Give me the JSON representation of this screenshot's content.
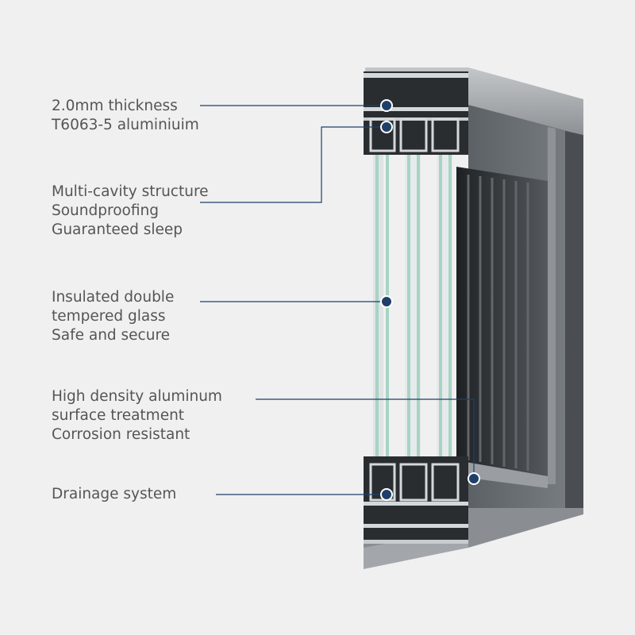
{
  "colors": {
    "background": "#f0f0f0",
    "label_text": "#555555",
    "leader_line": "#1f3f6a",
    "marker_fill": "#1f3f6a",
    "marker_ring": "#ffffff",
    "frame_face": "#6e7378",
    "frame_light": "#a9adb1",
    "frame_dark": "#3d4145",
    "glass": "#a8d3c4",
    "interior": "#2c2f33"
  },
  "callouts": [
    {
      "id": "thickness",
      "lines": [
        "2.0mm thickness",
        "T6063-5 aluminiuim"
      ]
    },
    {
      "id": "cavity",
      "lines": [
        "Multi-cavity structure",
        "Soundproofing",
        "Guaranteed sleep"
      ]
    },
    {
      "id": "glass",
      "lines": [
        "Insulated double",
        "tempered glass",
        "Safe and secure"
      ]
    },
    {
      "id": "aluminum",
      "lines": [
        "High density aluminum",
        "surface treatment",
        "Corrosion resistant"
      ]
    },
    {
      "id": "drainage",
      "lines": [
        "Drainage system"
      ]
    }
  ],
  "marker_icon": "circle-dot-icon"
}
